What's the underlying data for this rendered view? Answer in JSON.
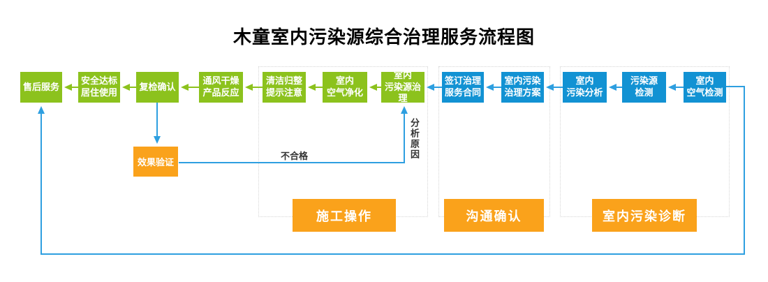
{
  "title": "木童室内污染源综合治理服务流程图",
  "colors": {
    "process_green": "#8cc21d",
    "process_blue": "#1292d3",
    "accent_orange": "#faa21b",
    "connector_blue": "#2e9fe0",
    "group_border": "#d5d5d5",
    "box_text": "#ffffff",
    "annotation_text": "#333333",
    "title_text": "#000000"
  },
  "flow": {
    "direction": "right-to-left",
    "boxes": [
      {
        "id": "after-sales-service",
        "label": "售后服务",
        "color": "green"
      },
      {
        "id": "safe-occupancy",
        "label": "安全达标\n居住使用",
        "color": "green"
      },
      {
        "id": "recheck-confirmation",
        "label": "复检确认",
        "color": "green"
      },
      {
        "id": "ventilation-drying",
        "label": "通风干燥\n产品反应",
        "color": "green"
      },
      {
        "id": "cleanup-reminder",
        "label": "清洁归整\n提示注意",
        "color": "green"
      },
      {
        "id": "indoor-air-purification",
        "label": "室内\n空气净化",
        "color": "green"
      },
      {
        "id": "pollution-source-treatment",
        "label": "室内\n污染源治理",
        "color": "green"
      },
      {
        "id": "sign-service-contract",
        "label": "签订治理\n服务合同",
        "color": "blue"
      },
      {
        "id": "treatment-plan",
        "label": "室内污染\n治理方案",
        "color": "blue"
      },
      {
        "id": "indoor-pollution-analysis",
        "label": "室内\n污染分析",
        "color": "blue"
      },
      {
        "id": "pollution-source-detection",
        "label": "污染源\n检测",
        "color": "blue"
      },
      {
        "id": "indoor-air-detection",
        "label": "室内\n空气检测",
        "color": "blue"
      }
    ],
    "effect_verification_label": "效果验证",
    "edge_labels": {
      "fail": "不合格",
      "analyze_reason": "分析原因"
    },
    "edges": [
      {
        "from": "indoor-air-detection",
        "to": "pollution-source-detection"
      },
      {
        "from": "pollution-source-detection",
        "to": "indoor-pollution-analysis"
      },
      {
        "from": "indoor-pollution-analysis",
        "to": "treatment-plan"
      },
      {
        "from": "treatment-plan",
        "to": "sign-service-contract"
      },
      {
        "from": "sign-service-contract",
        "to": "pollution-source-treatment"
      },
      {
        "from": "pollution-source-treatment",
        "to": "indoor-air-purification"
      },
      {
        "from": "indoor-air-purification",
        "to": "cleanup-reminder"
      },
      {
        "from": "cleanup-reminder",
        "to": "ventilation-drying"
      },
      {
        "from": "ventilation-drying",
        "to": "recheck-confirmation"
      },
      {
        "from": "recheck-confirmation",
        "to": "safe-occupancy"
      },
      {
        "from": "safe-occupancy",
        "to": "after-sales-service"
      },
      {
        "from": "recheck-confirmation",
        "to": "effect-verification"
      },
      {
        "from": "effect-verification",
        "to": "pollution-source-treatment",
        "labels": [
          "不合格",
          "分析原因"
        ]
      },
      {
        "from": "indoor-air-detection",
        "to": "after-sales-service"
      }
    ]
  },
  "groups": [
    {
      "id": "construction-operation",
      "label": "施工操作"
    },
    {
      "id": "communication-confirmation",
      "label": "沟通确认"
    },
    {
      "id": "indoor-pollution-diagnosis",
      "label": "室内污染诊断"
    }
  ]
}
